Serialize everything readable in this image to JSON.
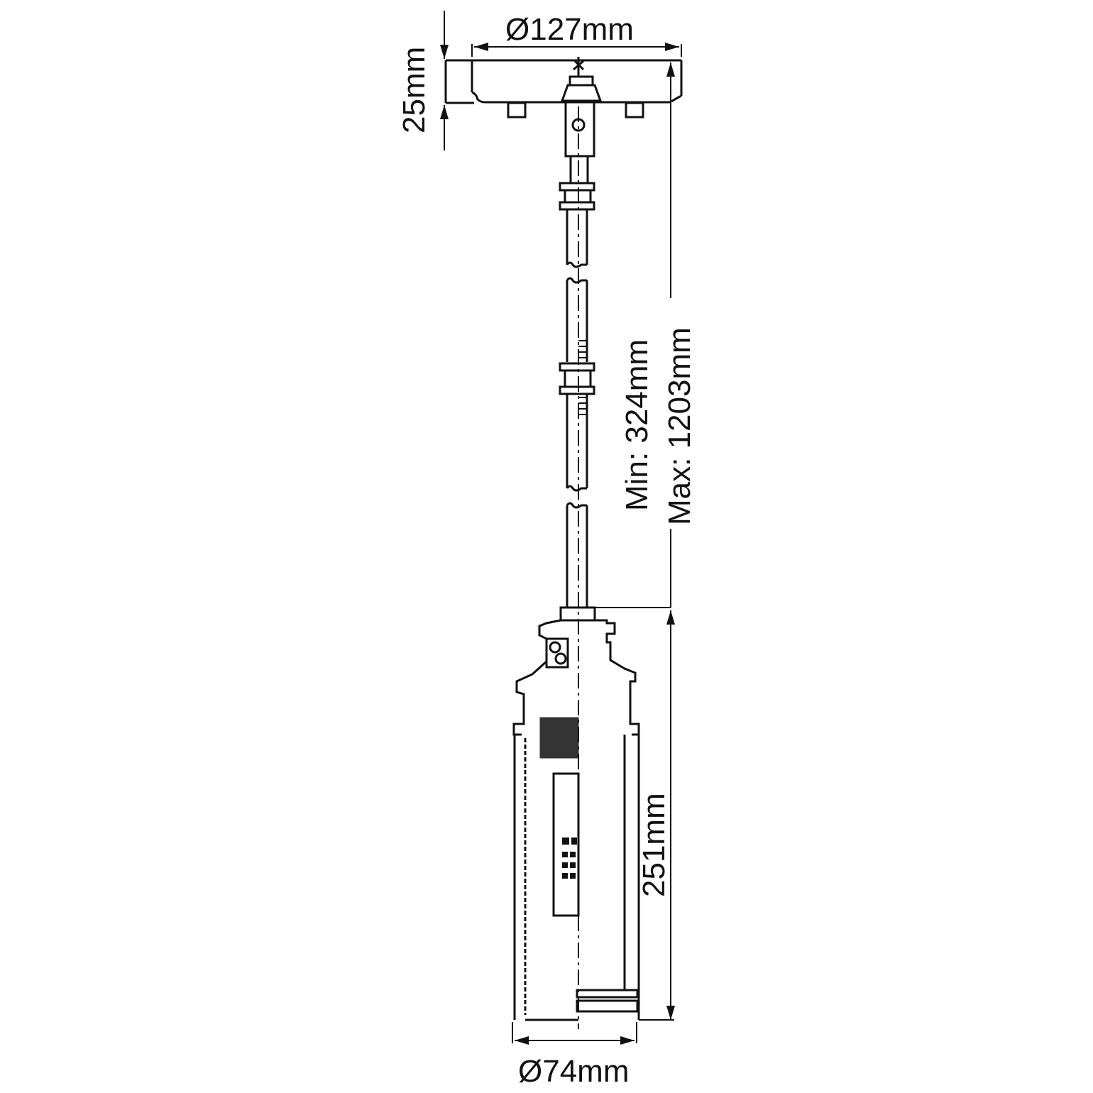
{
  "diagram": {
    "type": "technical-dimension-drawing",
    "subject": "pendant light with ceiling canopy, extension rods and cylindrical shade",
    "line_color": "#111111",
    "background": "#ffffff",
    "dimensions": {
      "canopy_diameter": "Ø127mm",
      "canopy_height": "25mm",
      "drop_min": "Min: 324mm",
      "drop_max": "Max: 1203mm",
      "shade_height": "251mm",
      "shade_diameter": "Ø74mm"
    }
  }
}
